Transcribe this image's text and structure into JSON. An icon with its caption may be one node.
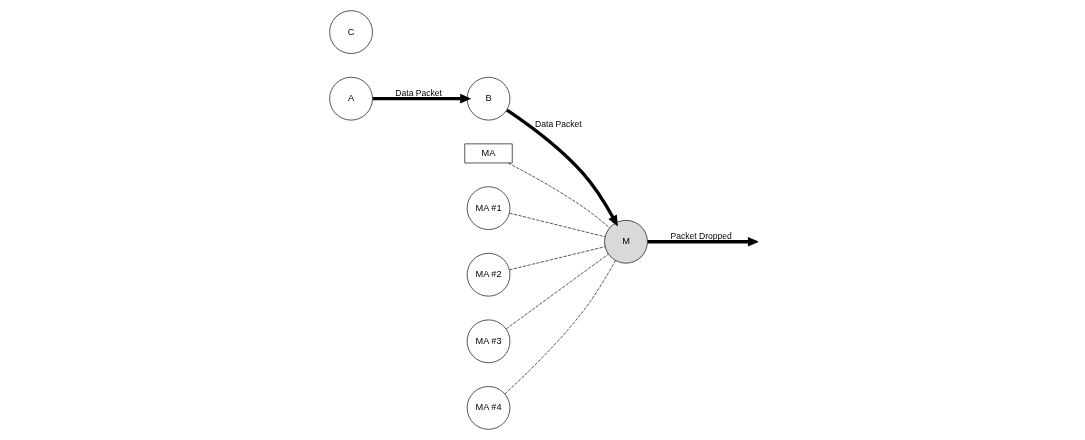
{
  "diagram": {
    "nodes": [
      {
        "text": [
          "A"
        ]
      },
      {
        "text": [
          "B"
        ]
      },
      {
        "text": [
          "MA"
        ]
      },
      {
        "text": [
          "M"
        ]
      },
      {
        "text": [
          "MA #1"
        ]
      },
      {
        "text": [
          "MA #2"
        ]
      },
      {
        "text": [
          "MA #3"
        ]
      },
      {
        "text": [
          "MA #4"
        ]
      },
      {
        "text": [
          "C"
        ]
      }
    ],
    "edges": [
      {
        "from": 0,
        "to": 1,
        "arrow": "to",
        "label": "Data Packet",
        "style": "thick"
      },
      {
        "from": 1,
        "to": 3,
        "arrow": "to",
        "label": "Data Packet",
        "style": "thick"
      },
      {
        "from": 2,
        "to": 3,
        "arrow": "none",
        "style": "dashed"
      },
      {
        "from": 4,
        "to": 3,
        "arrow": "none",
        "style": "dashed"
      },
      {
        "from": 5,
        "to": 3,
        "arrow": "none",
        "style": "dashed"
      },
      {
        "from": 6,
        "to": 3,
        "arrow": "none",
        "style": "dashed"
      },
      {
        "from": 7,
        "to": 3,
        "arrow": "none",
        "style": "dashed"
      },
      {
        "from": 3,
        "to": null,
        "arrow": "to",
        "label": "Packet Dropped",
        "style": "thick"
      }
    ]
  }
}
